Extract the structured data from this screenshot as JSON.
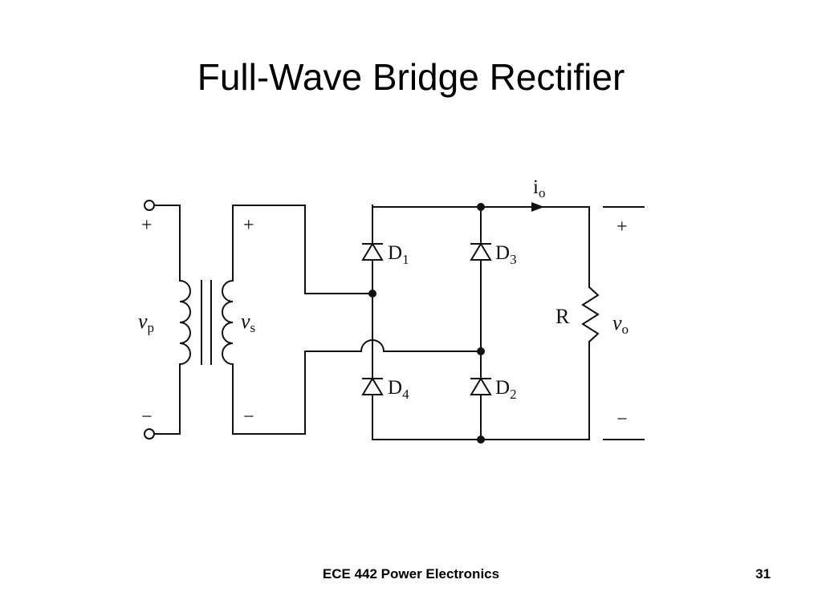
{
  "slide": {
    "title": "Full-Wave Bridge Rectifier",
    "footer": "ECE 442 Power Electronics",
    "page_number": "31"
  },
  "circuit": {
    "primary": {
      "voltage_symbol": "v",
      "voltage_subscript": "p",
      "plus": "+",
      "minus": "−"
    },
    "secondary": {
      "voltage_symbol": "v",
      "voltage_subscript": "s",
      "plus": "+",
      "minus": "−"
    },
    "diodes": [
      {
        "letter": "D",
        "index": "1"
      },
      {
        "letter": "D",
        "index": "3"
      },
      {
        "letter": "D",
        "index": "4"
      },
      {
        "letter": "D",
        "index": "2"
      }
    ],
    "current": {
      "symbol": "i",
      "subscript": "o"
    },
    "resistor": {
      "label": "R"
    },
    "output": {
      "voltage_symbol": "v",
      "voltage_subscript": "o",
      "plus": "+",
      "minus": "−"
    }
  }
}
